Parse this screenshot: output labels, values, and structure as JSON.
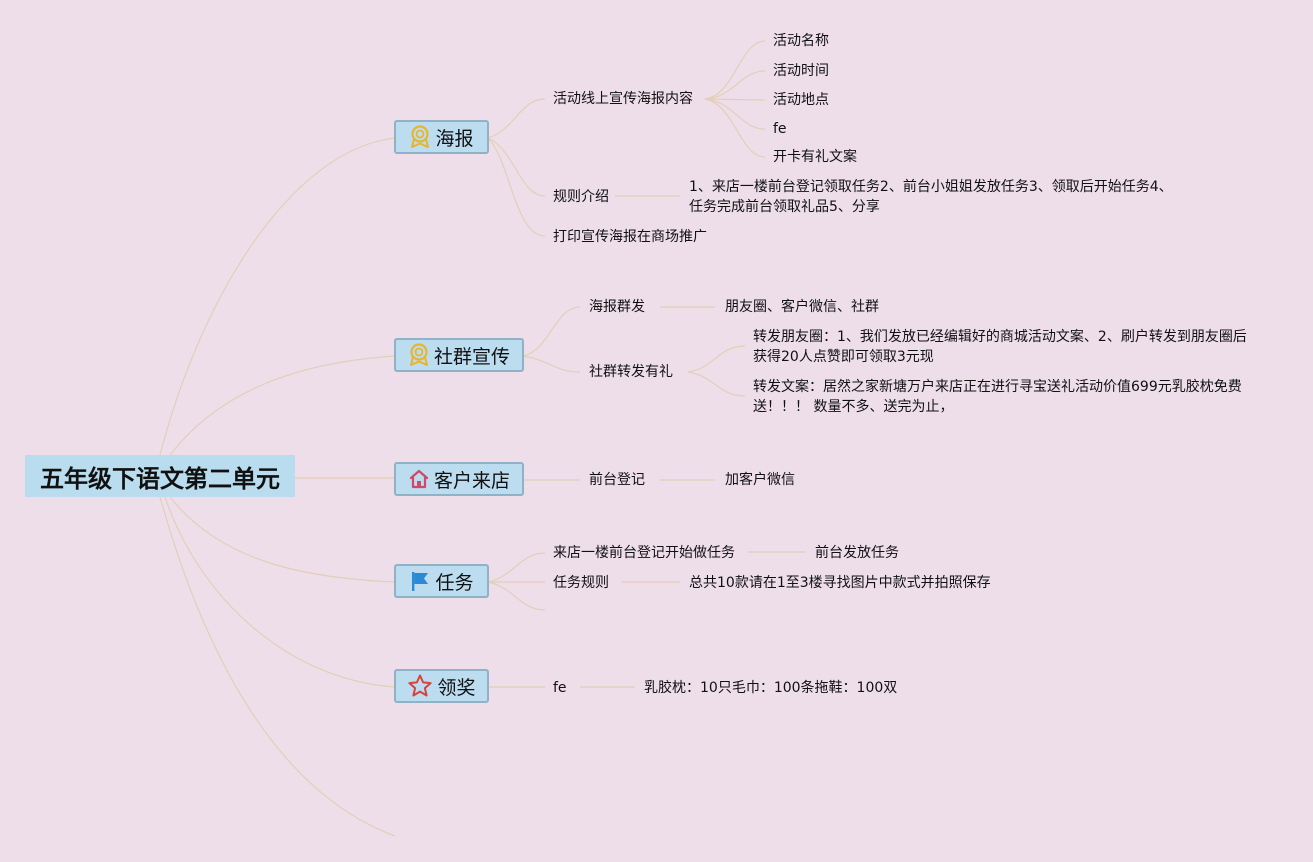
{
  "root": {
    "label": "五年级下语文第二单元"
  },
  "branches": {
    "poster": {
      "label": "海报",
      "icon": "award-icon",
      "online_content": "活动线上宣传海报内容",
      "online_items": [
        "活动名称",
        "活动时间",
        "活动地点",
        "fe",
        "开卡有礼文案"
      ],
      "rules_label": "规则介绍",
      "rules_text": "1、来店一楼前台登记领取任务2、前台小姐姐发放任务3、领取后开始任务4、任务完成前台领取礼品5、分享",
      "print_label": "打印宣传海报在商场推广"
    },
    "community": {
      "label": "社群宣传",
      "icon": "award-icon",
      "group_send": "海报群发",
      "group_send_detail": "朋友圈、客户微信、社群",
      "repost_gift": "社群转发有礼",
      "repost_moments": "转发朋友圈：1、我们发放已经编辑好的商城活动文案、2、刷户转发到朋友圈后获得20人点赞即可领取3元现",
      "repost_copy": "转发文案：居然之家新塘万户来店正在进行寻宝送礼活动价值699元乳胶枕免费送！！！ 数量不多、送完为止，"
    },
    "visit": {
      "label": "客户来店",
      "icon": "home-icon",
      "front_desk": "前台登记",
      "add_wechat": "加客户微信"
    },
    "task": {
      "label": "任务",
      "icon": "flag-icon",
      "start_task": "来店一楼前台登记开始做任务",
      "issue_task": "前台发放任务",
      "task_rules": "任务规则",
      "task_rules_detail": "总共10款请在1至3楼寻找图片中款式并拍照保存"
    },
    "prize": {
      "label": "领奖",
      "icon": "star-icon",
      "fe": "fe",
      "prize_detail": "乳胶枕：10只毛巾：100条拖鞋：100双"
    }
  },
  "colors": {
    "background": "#eddeea",
    "root_fill": "#b9dcef",
    "branch_fill": "#bcdcf0",
    "branch_border": "#8fb2c6",
    "connector": "#e3cfb8",
    "award": "#e8b52c",
    "home": "#d04a66",
    "flag": "#2a8ad6",
    "star": "#d8423a"
  }
}
